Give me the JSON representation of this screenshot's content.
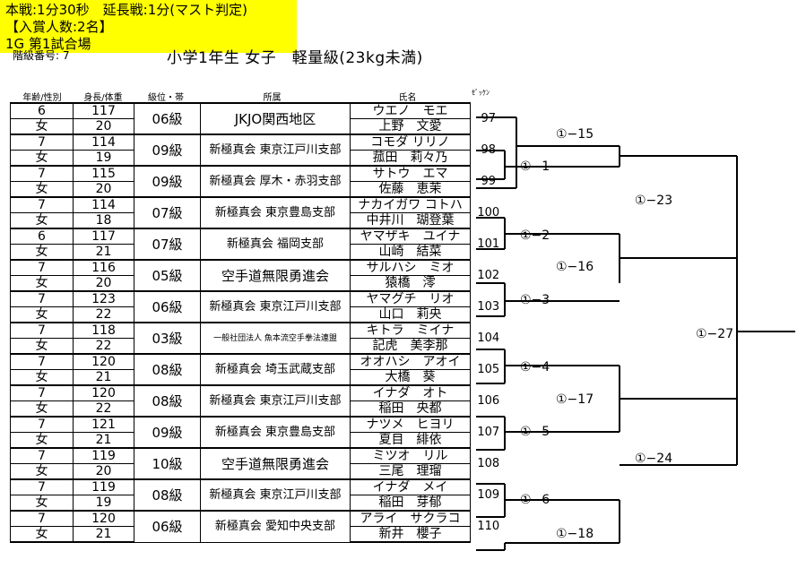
{
  "header": {
    "class_number": "階級番号: 7",
    "title": "小学1年生 女子　軽量級(23kg未満)",
    "info": {
      "line1": "本戦:1分30秒　延長戦:1分(マスト判定)",
      "line2": "【入賞人数:2名】",
      "line3": "1G 第1試合場"
    },
    "columns": [
      "年齢/性別",
      "身長/体重",
      "級位・帯",
      "所属",
      "氏名",
      "ｾﾞｯｹﾝ"
    ]
  },
  "entries": [
    {
      "age": "6",
      "sex": "女",
      "height": "117",
      "weight": "20",
      "kyu": "06級",
      "org": "JKJO関西地区",
      "kana": "ウエノ　モエ",
      "name": "上野　文愛",
      "bib": "97"
    },
    {
      "age": "7",
      "sex": "女",
      "height": "114",
      "weight": "19",
      "kyu": "09級",
      "org": "新極真会 東京江戸川支部",
      "kana": "コモダ リリノ",
      "name": "菰田　莉々乃",
      "bib": "98"
    },
    {
      "age": "7",
      "sex": "女",
      "height": "115",
      "weight": "20",
      "kyu": "09級",
      "org": "新極真会 厚木・赤羽支部",
      "kana": "サトウ　エマ",
      "name": "佐藤　恵茉",
      "bib": "99"
    },
    {
      "age": "7",
      "sex": "女",
      "height": "114",
      "weight": "18",
      "kyu": "07級",
      "org": "新極真会 東京豊島支部",
      "kana": "ナカイガワ コトハ",
      "name": "中井川　瑚登葉",
      "bib": "100"
    },
    {
      "age": "6",
      "sex": "女",
      "height": "117",
      "weight": "21",
      "kyu": "07級",
      "org": "新極真会 福岡支部",
      "kana": "ヤマザキ　ユイナ",
      "name": "山崎　結菜",
      "bib": "101"
    },
    {
      "age": "7",
      "sex": "女",
      "height": "116",
      "weight": "20",
      "kyu": "05級",
      "org": "空手道無限勇進会",
      "kana": "サルハシ　ミオ",
      "name": "猿橋　澪",
      "bib": "102"
    },
    {
      "age": "7",
      "sex": "女",
      "height": "123",
      "weight": "22",
      "kyu": "06級",
      "org": "新極真会 東京江戸川支部",
      "kana": "ヤマグチ　リオ",
      "name": "山口　莉央",
      "bib": "103"
    },
    {
      "age": "7",
      "sex": "女",
      "height": "118",
      "weight": "22",
      "kyu": "03級",
      "org": "一般社団法人 魚本流空手拳法連盟",
      "kana": "キトラ　ミイナ",
      "name": "記虎　美李那",
      "bib": "104"
    },
    {
      "age": "7",
      "sex": "女",
      "height": "120",
      "weight": "21",
      "kyu": "08級",
      "org": "新極真会 埼玉武蔵支部",
      "kana": "オオハシ　アオイ",
      "name": "大橋　葵",
      "bib": "105"
    },
    {
      "age": "7",
      "sex": "女",
      "height": "120",
      "weight": "22",
      "kyu": "08級",
      "org": "新極真会 東京江戸川支部",
      "kana": "イナダ　オト",
      "name": "稲田　央都",
      "bib": "106"
    },
    {
      "age": "7",
      "sex": "女",
      "height": "121",
      "weight": "21",
      "kyu": "09級",
      "org": "新極真会 東京豊島支部",
      "kana": "ナツメ　ヒヨリ",
      "name": "夏目　緋依",
      "bib": "107"
    },
    {
      "age": "7",
      "sex": "女",
      "height": "119",
      "weight": "20",
      "kyu": "10級",
      "org": "空手道無限勇進会",
      "kana": "ミツオ　リル",
      "name": "三尾　理瑠",
      "bib": "108"
    },
    {
      "age": "7",
      "sex": "女",
      "height": "119",
      "weight": "19",
      "kyu": "08級",
      "org": "新極真会 東京江戸川支部",
      "kana": "イナダ　メイ",
      "name": "稲田　芽郁",
      "bib": "109"
    },
    {
      "age": "7",
      "sex": "女",
      "height": "120",
      "weight": "21",
      "kyu": "06級",
      "org": "新極真会 愛知中央支部",
      "kana": "アライ　サクラコ",
      "name": "新井　櫻子",
      "bib": "110"
    }
  ],
  "bracket": {
    "m1": "①−1",
    "m2": "①−2",
    "m3": "①−3",
    "m4": "①−4",
    "m5": "①−5",
    "m6": "①−6",
    "m15": "①−15",
    "m16": "①−16",
    "m17": "①−17",
    "m18": "①−18",
    "m23": "①−23",
    "m24": "①−24",
    "m27": "①−27"
  }
}
